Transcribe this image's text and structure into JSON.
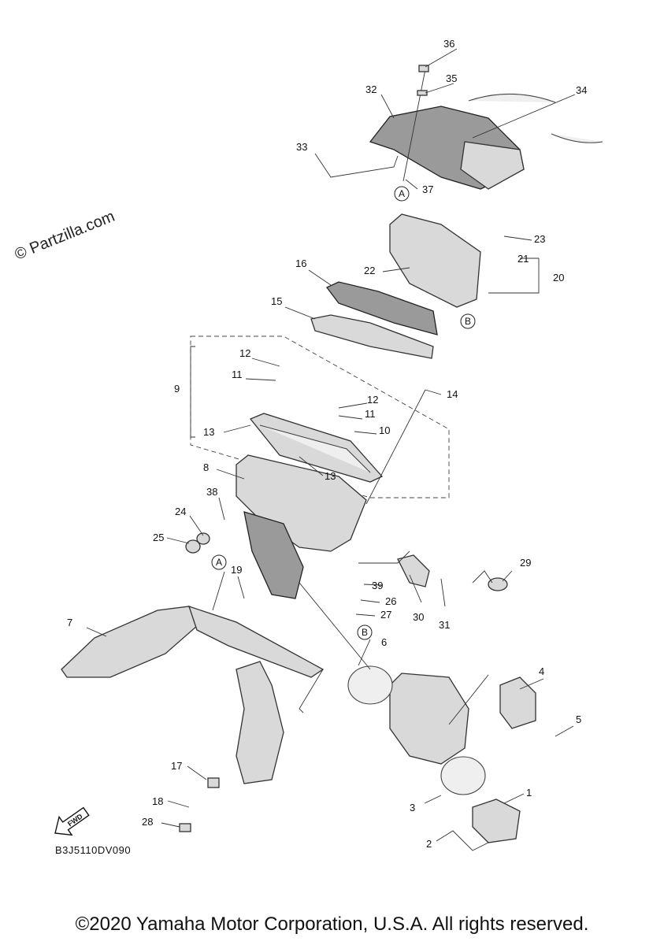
{
  "watermark": "© Partzilla.com",
  "diagram_code": "B3J5110DV090",
  "copyright": "©2020 Yamaha Motor Corporation, U.S.A. All rights reserved.",
  "fwd_label": "FWD",
  "ref_letters": {
    "a": "A",
    "b": "B"
  },
  "callouts": {
    "c1": "1",
    "c2": "2",
    "c3": "3",
    "c4": "4",
    "c5": "5",
    "c6": "6",
    "c7": "7",
    "c8": "8",
    "c9": "9",
    "c10": "10",
    "c11a": "11",
    "c11b": "11",
    "c12a": "12",
    "c12b": "12",
    "c13a": "13",
    "c13b": "13",
    "c14": "14",
    "c15": "15",
    "c16": "16",
    "c17": "17",
    "c18": "18",
    "c19": "19",
    "c20": "20",
    "c21": "21",
    "c22": "22",
    "c23": "23",
    "c24": "24",
    "c25": "25",
    "c26": "26",
    "c27": "27",
    "c28": "28",
    "c29": "29",
    "c30": "30",
    "c31": "31",
    "c32": "32",
    "c33": "33",
    "c34": "34",
    "c35": "35",
    "c36": "36",
    "c37": "37",
    "c38": "38",
    "c39": "39"
  }
}
